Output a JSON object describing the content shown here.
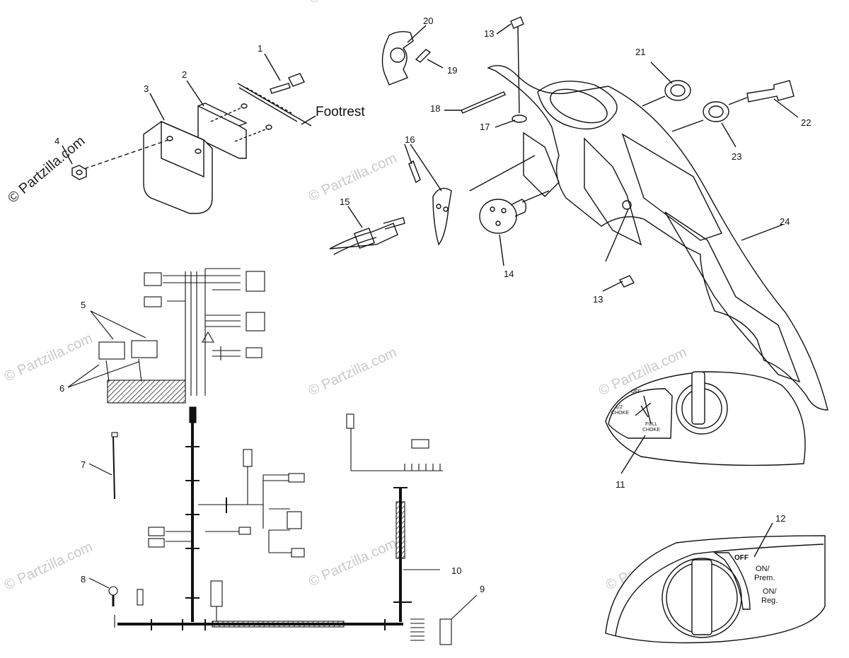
{
  "diagram": {
    "callouts": [
      "1",
      "2",
      "3",
      "4",
      "5",
      "6",
      "7",
      "8",
      "9",
      "10",
      "11",
      "12",
      "13",
      "13",
      "14",
      "15",
      "16",
      "17",
      "18",
      "19",
      "20",
      "21",
      "22",
      "23",
      "24"
    ],
    "footrest_label": "Footrest",
    "watermark_main": "© Partzilla.com",
    "watermark_faint": "© Partzilla.com",
    "choke_labels": {
      "off": "OFF",
      "half": "1/2",
      "choke": "CHOKE",
      "full": "FULL",
      "full_choke": "CHOKE"
    },
    "fuel_labels": {
      "off": "OFF",
      "on_prem_1": "ON/",
      "on_prem_2": "Prem.",
      "on_reg_1": "ON/",
      "on_reg_2": "Reg."
    }
  }
}
